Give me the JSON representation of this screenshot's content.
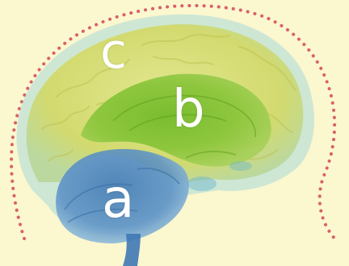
{
  "labels": {
    "a": "a",
    "b": "b",
    "c": "c"
  },
  "colors": {
    "background": "#fbf7cf",
    "dotted_arc": "#d9606a",
    "cerebrum": "#d7dc6e",
    "limbic": "#7fbf2e",
    "brainstem": "#5a8ec4",
    "outer_glow": "#9fd8d8",
    "label_text": "#ffffff"
  },
  "icons": {
    "brain": "brain-illustration",
    "arc": "dotted-arc"
  }
}
